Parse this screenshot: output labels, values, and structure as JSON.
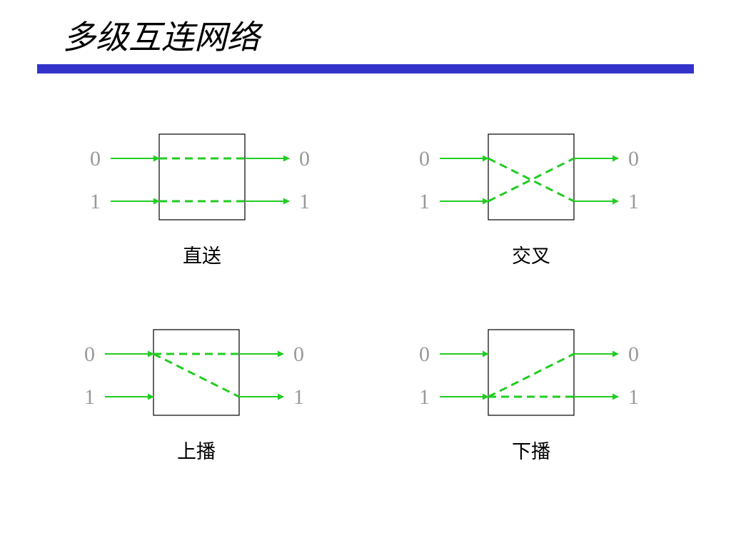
{
  "title": "多级互连网络",
  "colors": {
    "title_rule": "#3333cc",
    "wire": "#22cc22",
    "port_label": "#999999",
    "box_border": "#000000",
    "caption": "#000000"
  },
  "ports": [
    "0",
    "1"
  ],
  "switch_states": [
    {
      "name": "straight",
      "label": "直送",
      "connections": [
        [
          0,
          0
        ],
        [
          1,
          1
        ]
      ]
    },
    {
      "name": "exchange",
      "label": "交叉",
      "connections": [
        [
          0,
          1
        ],
        [
          1,
          0
        ]
      ]
    },
    {
      "name": "upper-broadcast",
      "label": "上播",
      "connections": [
        [
          0,
          0
        ],
        [
          0,
          1
        ]
      ]
    },
    {
      "name": "lower-broadcast",
      "label": "下播",
      "connections": [
        [
          1,
          0
        ],
        [
          1,
          1
        ]
      ]
    }
  ]
}
